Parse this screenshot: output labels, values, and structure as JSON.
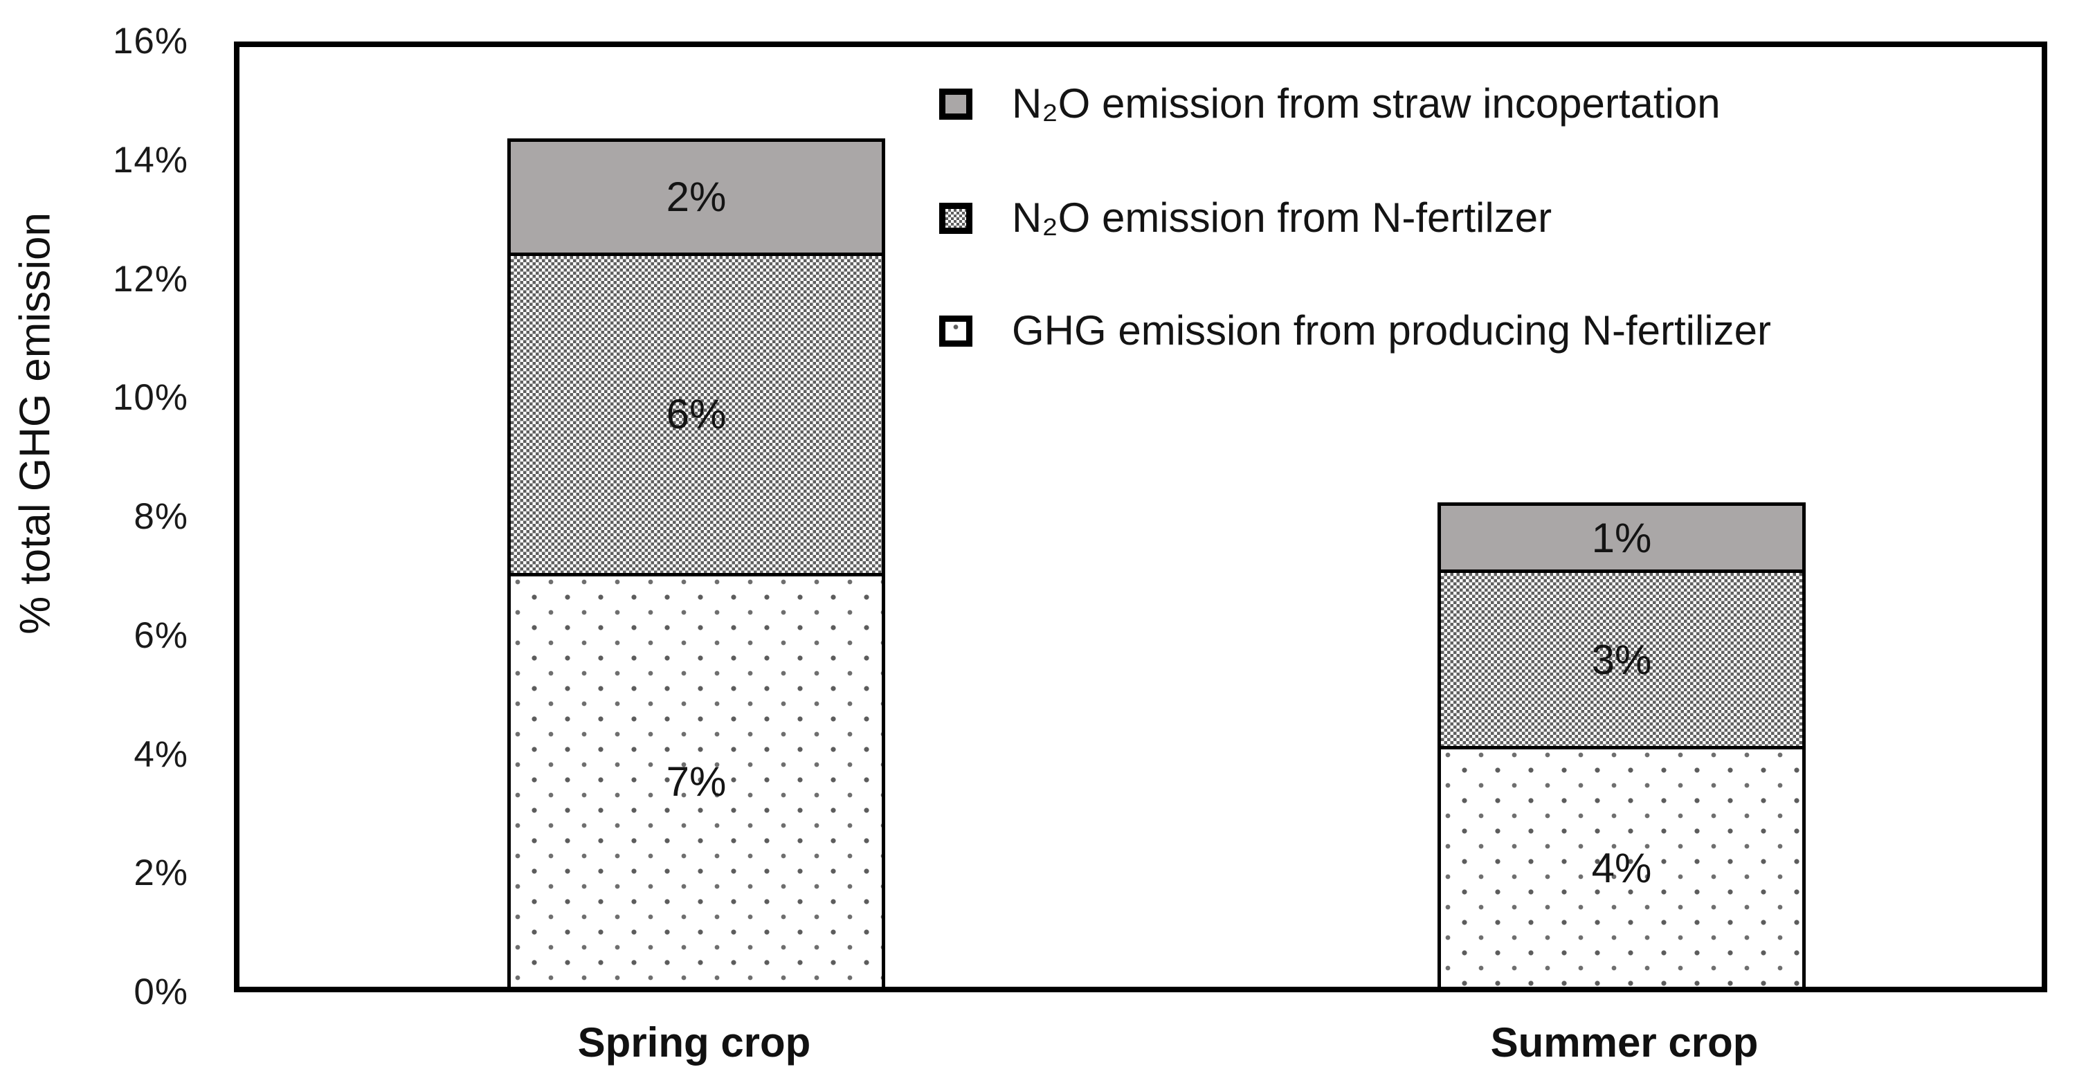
{
  "figure": {
    "kind": "stacked-bar-chart",
    "background": "#ffffff"
  },
  "chart_data": {
    "type": "bar",
    "stacked": true,
    "title": "",
    "categories": [
      "Spring crop",
      "Summer crop"
    ],
    "series": [
      {
        "name": "GHG emission from producing N-fertilizer",
        "pattern": "dotted",
        "values": [
          7,
          4
        ],
        "labels": [
          "7%",
          "4%"
        ],
        "plotted_heights_pct": [
          7.05,
          4.1
        ]
      },
      {
        "name": "N₂O emission from N-fertilzer",
        "pattern": "crosshatch",
        "values": [
          6,
          3
        ],
        "labels": [
          "6%",
          "3%"
        ],
        "plotted_heights_pct": [
          5.45,
          3.0
        ]
      },
      {
        "name": "N₂O emission from straw incopertation",
        "pattern": "solid-gray",
        "values": [
          2,
          1
        ],
        "labels": [
          "2%",
          "1%"
        ],
        "plotted_heights_pct": [
          1.95,
          1.15
        ]
      }
    ],
    "stack_totals_pct": [
      14.45,
      8.25
    ],
    "legend": {
      "position": "inside-top-right",
      "entries_top_to_bottom": [
        "N₂O emission from straw incopertation",
        "N₂O emission from N-fertilzer",
        "GHG emission from producing N-fertilizer"
      ]
    },
    "xlabel": "",
    "ylabel": "% total GHG emission",
    "ylim": [
      0,
      16
    ],
    "ytick_step_pct": 2,
    "yticks": [
      "0%",
      "2%",
      "4%",
      "6%",
      "8%",
      "10%",
      "12%",
      "14%",
      "16%"
    ],
    "grid": false
  },
  "colors": {
    "solid_fill": "#aaa7a7",
    "pattern_ink": "#5f5f5f",
    "border": "#000000",
    "text": "#141414",
    "background": "#ffffff"
  }
}
